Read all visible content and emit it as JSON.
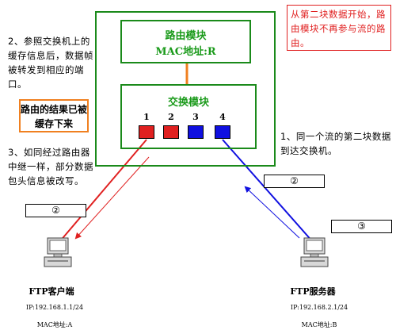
{
  "router": {
    "title": "路由模块",
    "mac": "MAC地址:R"
  },
  "switch": {
    "title": "交换模块",
    "ports": [
      {
        "label": "1",
        "color": "#e02020"
      },
      {
        "label": "2",
        "color": "#e02020"
      },
      {
        "label": "3",
        "color": "#1010e0"
      },
      {
        "label": "4",
        "color": "#1010e0"
      }
    ]
  },
  "notes": {
    "left_top": "2、参照交换机上的缓存信息后，数据帧被转发到相应的端口。",
    "cache": "路由的结果已被缓存下来",
    "left_mid": "3、如同经过路由器中继一样，部分数据包头信息被改写。",
    "right": "1、同一个流的第二块数据到达交换机。",
    "red": "从第二块数据开始，路由模块不再参与流的路由。"
  },
  "steps": {
    "left_2": "②",
    "right_2": "②",
    "right_3": "③"
  },
  "client": {
    "name": "FTP客户端",
    "ip": "IP:192.168.1.1/24",
    "mac": "MAC地址:A"
  },
  "server": {
    "name": "FTP服务器",
    "ip": "IP:192.168.2.1/24",
    "mac": "MAC地址:B"
  },
  "colors": {
    "green": "#1a8a1a",
    "link_orange": "#f08020",
    "red_path": "#e02020",
    "blue_path": "#1010e0"
  },
  "icons": {
    "client": "computer-icon",
    "server": "computer-icon"
  }
}
